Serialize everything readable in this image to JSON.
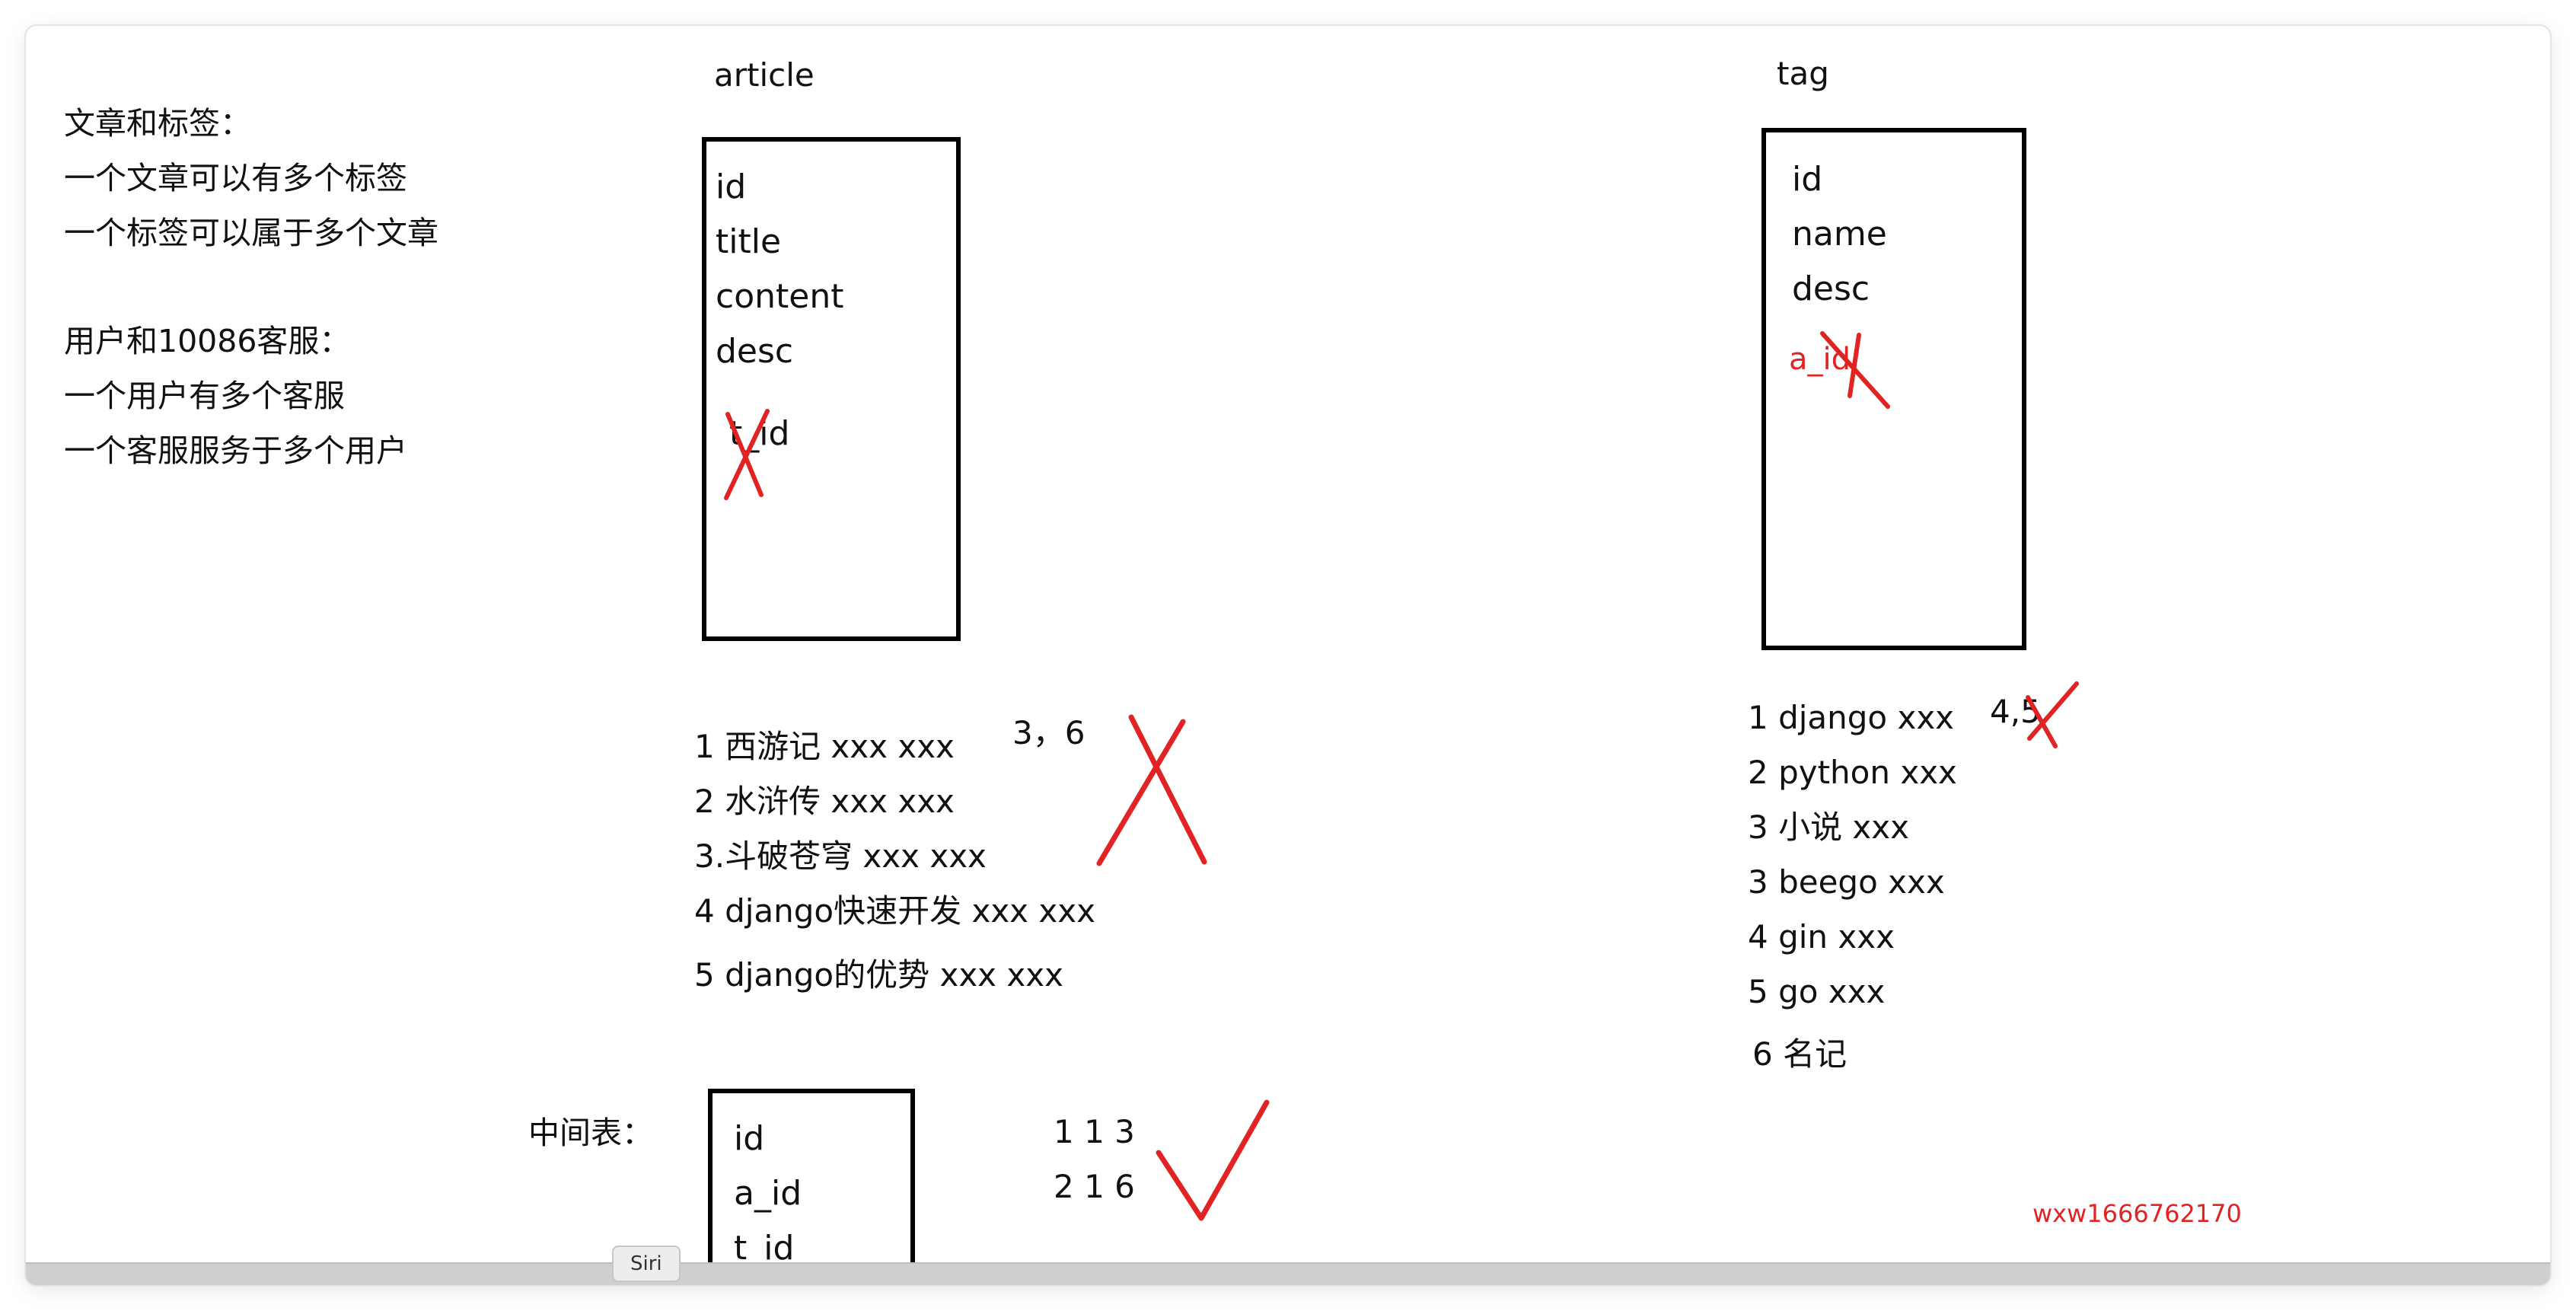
{
  "notes": {
    "line1": "文章和标签：",
    "line2": "一个文章可以有多个标签",
    "line3": "一个标签可以属于多个文章",
    "line4": "用户和10086客服：",
    "line5": "一个用户有多个客服",
    "line6": "一个客服服务于多个用户"
  },
  "article": {
    "title": "article",
    "fields": [
      "id",
      "title",
      "content",
      "desc",
      "t_id"
    ],
    "rows": [
      "1 西游记 xxx xxx",
      "2 水浒传 xxx xxx",
      "3.斗破苍穹 xxx xxx",
      "4  django快速开发 xxx xxx",
      "5  django的优势 xxx xxx"
    ],
    "crossed_ids": "3，6"
  },
  "tag": {
    "title": "tag",
    "fields": [
      "id",
      "name",
      "desc",
      "a_id"
    ],
    "rows": [
      "1 django xxx",
      "2 python xxx",
      "3 小说 xxx",
      "3 beego xxx",
      "4 gin xxx",
      "5 go xxx",
      "6 名记"
    ],
    "crossed_ids": "4,5"
  },
  "middle": {
    "label": "中间表：",
    "fields": [
      "id",
      "a_id",
      "t_id"
    ],
    "rows": [
      "1 1 3",
      "2 1 6"
    ]
  },
  "watermark": "wxw1666762170",
  "dock": {
    "siri_label": "Siri"
  },
  "colors": {
    "ink": "#000000",
    "red": "#e02424"
  }
}
